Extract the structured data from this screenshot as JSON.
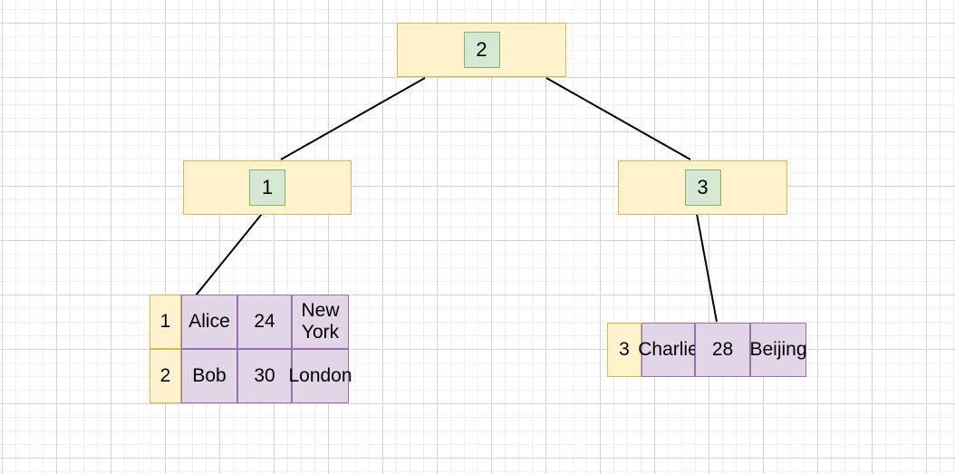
{
  "palette": {
    "canvas_bg": "#FFFFFF",
    "grid_minor": "#F2F2F2",
    "grid_major": "#D4D4D4",
    "node_fill": "#FFF2CC",
    "node_border": "#D6B656",
    "key_fill": "#D5E8D4",
    "key_border": "#82B366",
    "record_fill": "#E1D5E7",
    "record_border": "#9673A6",
    "edge_color": "#000000"
  },
  "tree": {
    "root": {
      "key": "2"
    },
    "left": {
      "key": "1"
    },
    "right": {
      "key": "3"
    }
  },
  "tables": {
    "left": {
      "rows": [
        {
          "id": "1",
          "cells": [
            "Alice",
            "24",
            "New York"
          ]
        },
        {
          "id": "2",
          "cells": [
            "Bob",
            "30",
            "London"
          ]
        }
      ]
    },
    "right": {
      "rows": [
        {
          "id": "3",
          "cells": [
            "Charlie",
            "28",
            "Beijing"
          ]
        }
      ]
    }
  }
}
